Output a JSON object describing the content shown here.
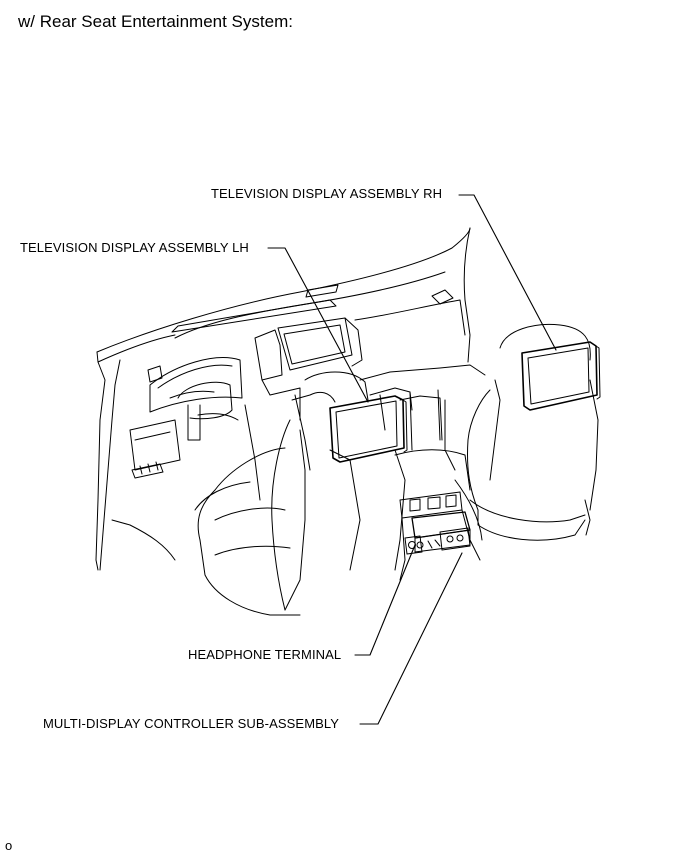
{
  "heading": "w/ Rear Seat Entertainment System:",
  "labels": {
    "tv_rh": "TELEVISION DISPLAY ASSEMBLY RH",
    "tv_lh": "TELEVISION DISPLAY ASSEMBLY LH",
    "headphone": "HEADPHONE TERMINAL",
    "controller": "MULTI-DISPLAY CONTROLLER SUB-ASSEMBLY"
  },
  "footer_code": "o"
}
